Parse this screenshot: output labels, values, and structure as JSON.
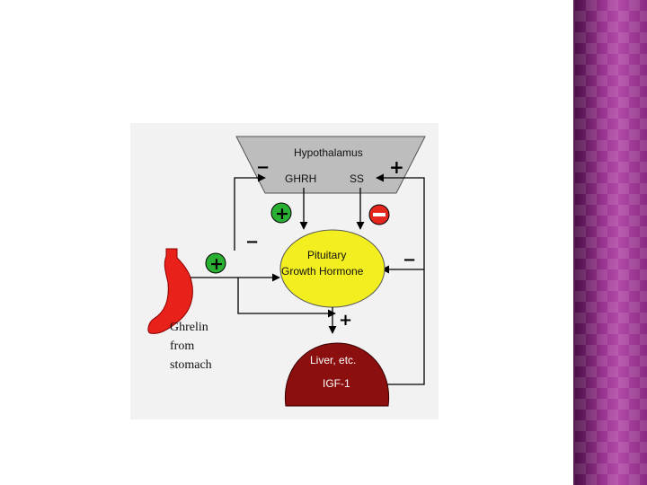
{
  "diagram": {
    "hypothalamus": "Hypothalamus",
    "ghrh": "GHRH",
    "ss": "SS",
    "pituitary_line1": "Pituitary",
    "pituitary_line2": "Growth Hormone",
    "liver_line1": "Liver, etc.",
    "liver_line2": "IGF-1",
    "ghrelin_line1": "Ghrelin",
    "ghrelin_line2": "from",
    "ghrelin_line3": "stomach",
    "plus": "+",
    "minus": "−",
    "colors": {
      "hypothalamus": "#bdbdbd",
      "pituitary": "#f2ee1f",
      "liver": "#8b0f0f",
      "stomach": "#e8211b",
      "plus_badge": "#29b033",
      "minus_badge": "#e5261c",
      "side_band": "#8e2f86"
    }
  }
}
